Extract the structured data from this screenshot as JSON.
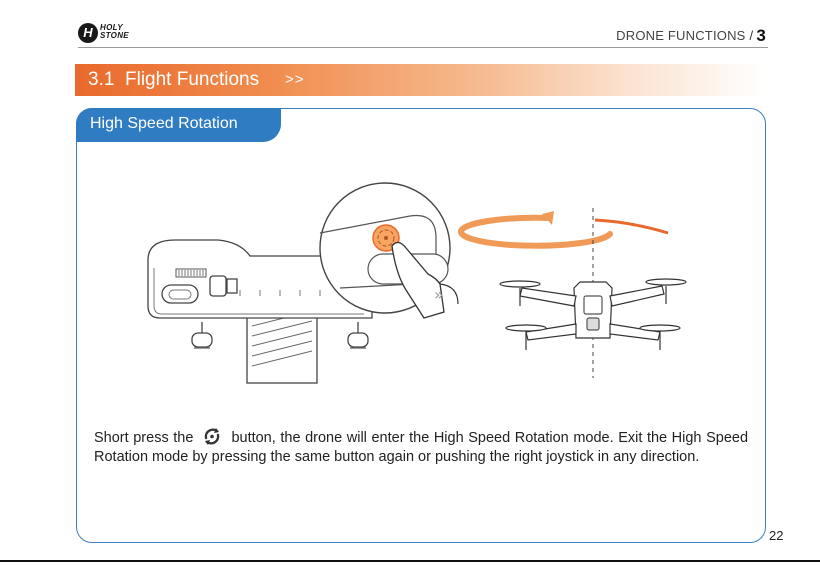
{
  "header": {
    "logo_mark": "H",
    "logo_line1": "HOLY",
    "logo_line2": "STONE",
    "section_label": "DRONE FUNCTIONS",
    "section_slash": "/",
    "section_number": "3"
  },
  "title": {
    "number": "3.1",
    "text": "Flight Functions",
    "arrows": ">>"
  },
  "panel": {
    "heading": "High Speed Rotation",
    "illustration_icons": [
      "remote-controller-icon",
      "rotation-button-icon",
      "drone-icon",
      "rotation-arrow-icon"
    ],
    "text_part1": "Short press the",
    "text_part2": "button, the drone will enter the High Speed Rotation mode. Exit the High Speed Rotation mode by pressing the same button again or pushing the right joystick in any direction."
  },
  "page_number": "22",
  "colors": {
    "orange": "#e9692c",
    "blue": "#2f7cc3",
    "panel_border": "#3b7fc4"
  }
}
